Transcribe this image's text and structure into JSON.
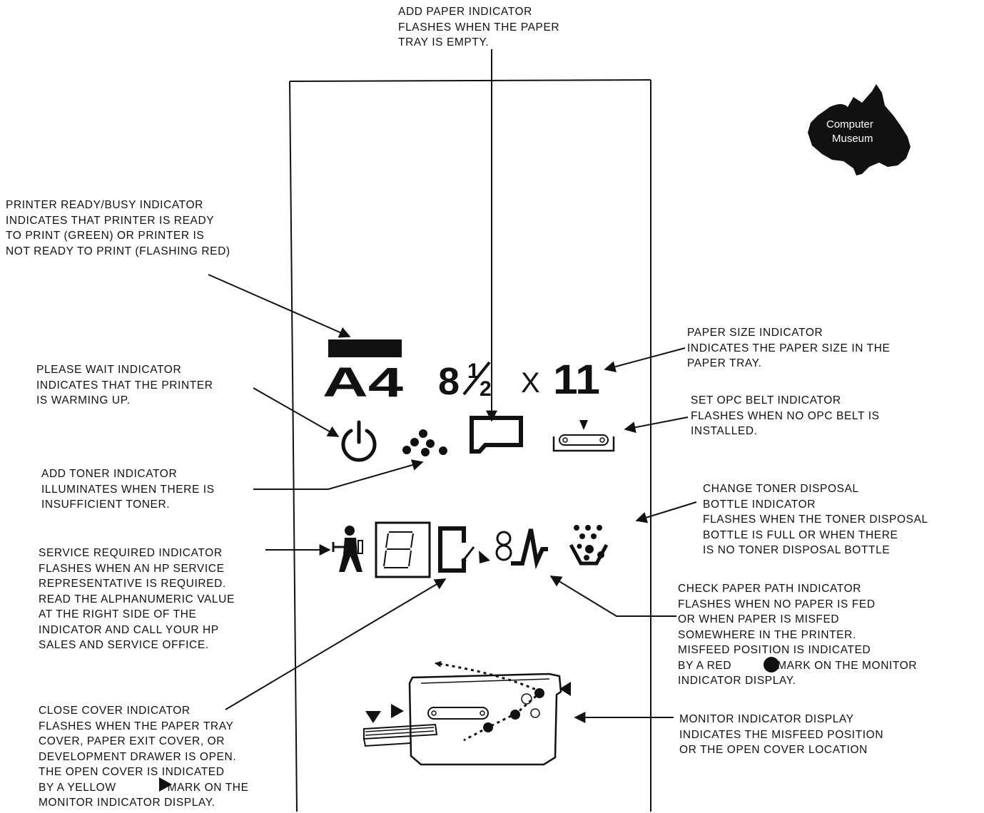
{
  "panel_glyphs": {
    "a4": "A4",
    "eight": "8",
    "x": "X",
    "eleven": "11",
    "half_num": "1",
    "half_den": "2",
    "seg_digit": "8"
  },
  "logo": {
    "line1": "Computer",
    "line2": "Museum"
  },
  "captions": {
    "add_paper": {
      "lines": [
        "ADD PAPER INDICATOR",
        "FLASHES WHEN THE PAPER",
        "TRAY IS EMPTY."
      ]
    },
    "ready_busy": {
      "lines": [
        "PRINTER READY/BUSY INDICATOR",
        "INDICATES THAT PRINTER IS READY",
        "TO PRINT (GREEN) OR PRINTER IS",
        "NOT READY TO PRINT (FLASHING RED)"
      ]
    },
    "please_wait": {
      "lines": [
        "PLEASE WAIT INDICATOR",
        "INDICATES THAT THE PRINTER",
        "IS WARMING UP."
      ]
    },
    "add_toner": {
      "lines": [
        "ADD TONER INDICATOR",
        "ILLUMINATES WHEN THERE IS",
        "INSUFFICIENT TONER."
      ]
    },
    "service": {
      "lines": [
        "SERVICE REQUIRED INDICATOR",
        "FLASHES WHEN AN HP SERVICE",
        "REPRESENTATIVE IS REQUIRED.",
        "READ THE ALPHANUMERIC VALUE",
        "AT THE RIGHT SIDE OF THE",
        "INDICATOR AND CALL YOUR HP",
        "SALES AND SERVICE OFFICE."
      ]
    },
    "close_cover": {
      "lines": [
        "CLOSE COVER INDICATOR",
        "FLASHES WHEN THE PAPER TRAY",
        "COVER, PAPER EXIT COVER, OR",
        "DEVELOPMENT DRAWER IS OPEN.",
        "THE OPEN COVER IS INDICATED",
        "BY A YELLOW",
        "MONITOR INDICATOR DISPLAY."
      ],
      "mark_text": "MARK ON THE"
    },
    "paper_size": {
      "lines": [
        "PAPER SIZE INDICATOR",
        "INDICATES THE PAPER SIZE IN THE",
        "PAPER TRAY."
      ]
    },
    "opc_belt": {
      "lines": [
        "SET OPC BELT INDICATOR",
        "FLASHES WHEN NO OPC BELT IS",
        "INSTALLED."
      ]
    },
    "toner_disposal": {
      "lines": [
        "CHANGE TONER DISPOSAL",
        "BOTTLE INDICATOR",
        "FLASHES WHEN THE TONER DISPOSAL",
        "BOTTLE IS FULL OR WHEN THERE",
        "IS NO TONER DISPOSAL BOTTLE"
      ]
    },
    "paper_path": {
      "lines": [
        "CHECK PAPER PATH INDICATOR",
        "FLASHES WHEN NO PAPER IS FED",
        "OR WHEN PAPER IS MISFED",
        "SOMEWHERE IN THE PRINTER.",
        "MISFEED POSITION IS INDICATED",
        "BY A RED",
        "INDICATOR DISPLAY."
      ],
      "mark_text": "MARK ON THE MONITOR"
    },
    "monitor": {
      "lines": [
        "MONITOR INDICATOR DISPLAY",
        "INDICATES THE MISFEED POSITION",
        "OR THE OPEN COVER LOCATION"
      ]
    }
  }
}
